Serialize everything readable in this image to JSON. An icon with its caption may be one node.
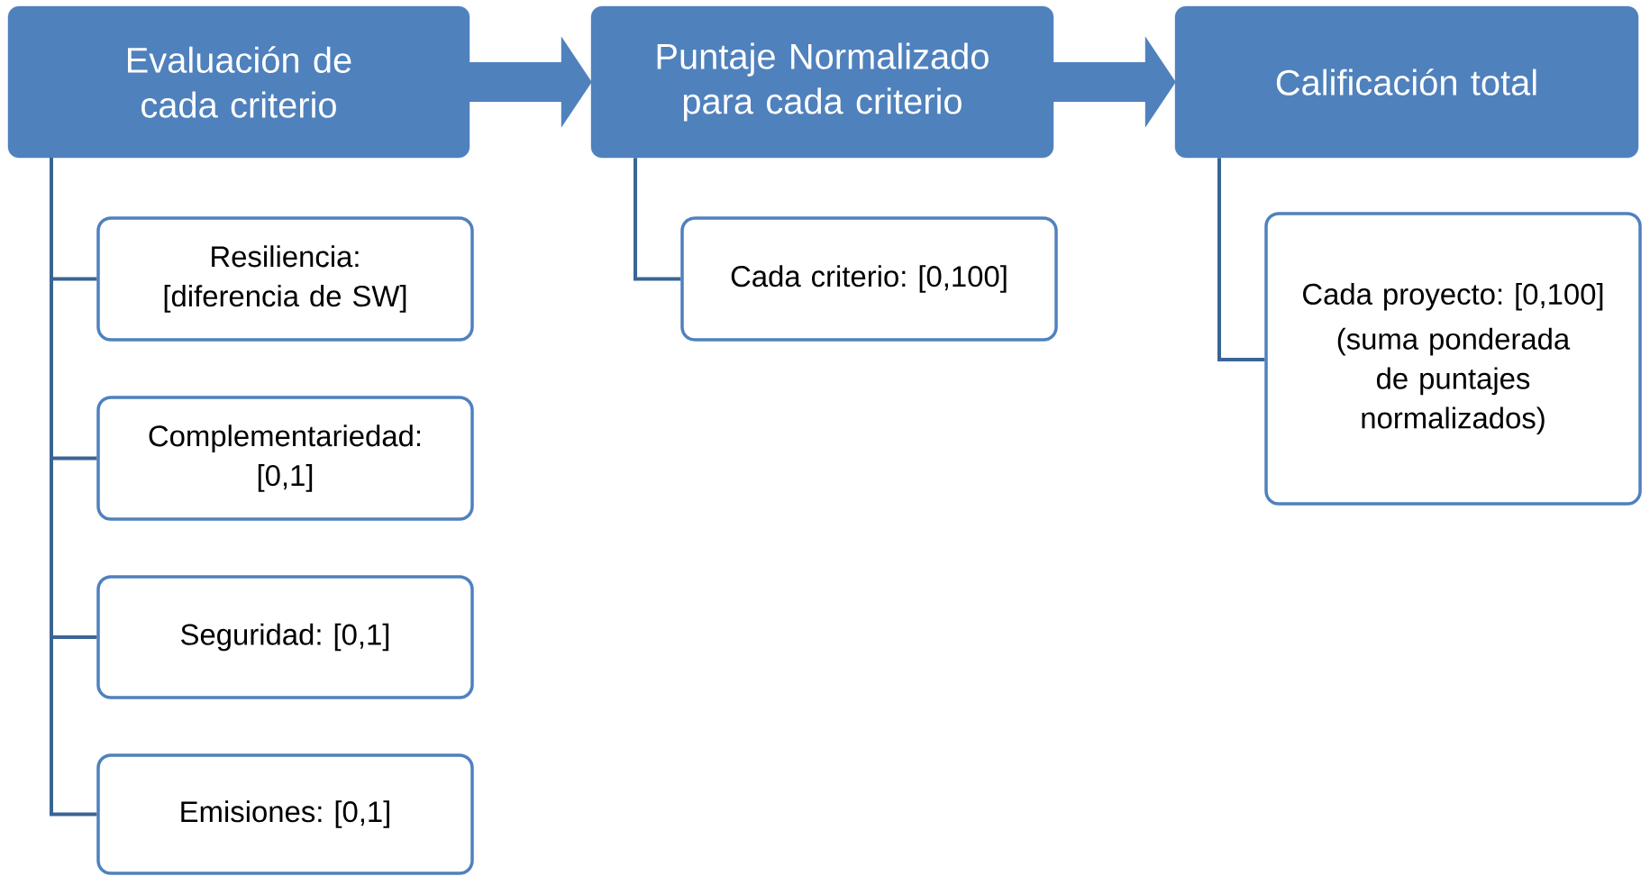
{
  "diagram": {
    "nodes": [
      {
        "text": [
          "Evaluación de cada criterio"
        ]
      },
      {
        "text": [
          "Puntaje Normalizado para cada criterio"
        ]
      },
      {
        "text": [
          "Calificación total"
        ]
      },
      {
        "text": [
          "Resiliencia: [diferencia de SW]"
        ]
      },
      {
        "text": [
          "Complementariedad: [0,1]"
        ]
      },
      {
        "text": [
          "Seguridad: [0,1]"
        ]
      },
      {
        "text": [
          "Emisiones: [0,1]"
        ]
      },
      {
        "text": [
          "Cada criterio: [0,100]"
        ]
      },
      {
        "text": [
          "Cada proyecto: [0,100]",
          "(suma ponderada de puntajes normalizados)"
        ]
      }
    ],
    "edges": [
      {
        "from": 0,
        "to": 1,
        "arrow": "to",
        "style": "thick",
        "color": "#4f81bd"
      },
      {
        "from": 1,
        "to": 2,
        "arrow": "to",
        "style": "thick",
        "color": "#4f81bd"
      },
      {
        "from": 0,
        "to": 3,
        "arrow": "none"
      },
      {
        "from": 0,
        "to": 4,
        "arrow": "none"
      },
      {
        "from": 0,
        "to": 5,
        "arrow": "none"
      },
      {
        "from": 0,
        "to": 6,
        "arrow": "none"
      },
      {
        "from": 1,
        "to": 7,
        "arrow": "none"
      },
      {
        "from": 2,
        "to": 8,
        "arrow": "none"
      }
    ]
  }
}
